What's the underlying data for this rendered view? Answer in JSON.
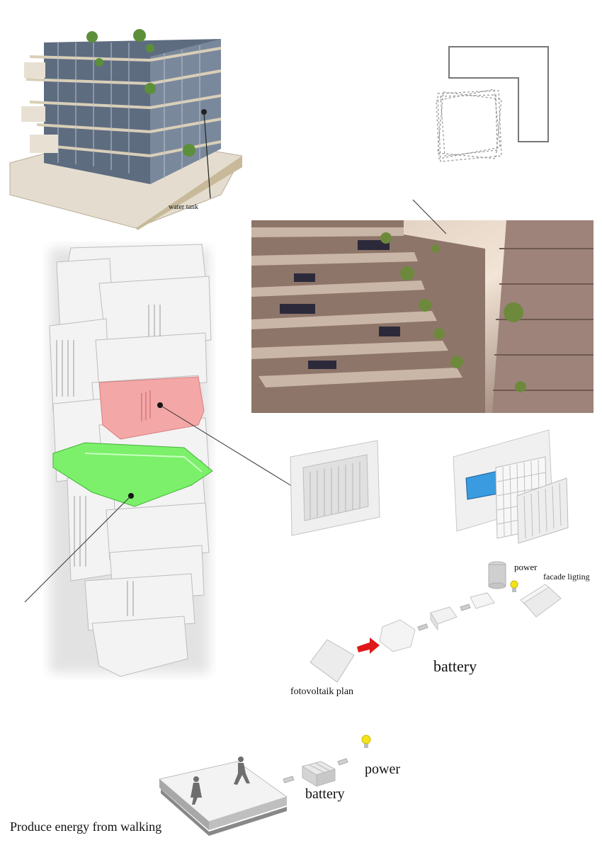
{
  "labels": {
    "water_tank": "water tank",
    "power_top": "power",
    "facade_lighting": "facade ligting",
    "battery_top": "battery",
    "fotovoltaik": "fotovoltaik plan",
    "power_bottom": "power",
    "battery_bottom": "battery",
    "produce_energy": "Produce energy from walking"
  },
  "colors": {
    "highlight_pink": "#f4a7a7",
    "highlight_green": "#7cf06a",
    "arrow_red": "#e01818",
    "bulb_yellow": "#f2e21a",
    "render_tint": "#b89a8c"
  },
  "icons": [
    "water-tank-icon",
    "photovoltaic-panel-icon",
    "battery-icon",
    "lightbulb-icon",
    "pedestrian-icon"
  ]
}
